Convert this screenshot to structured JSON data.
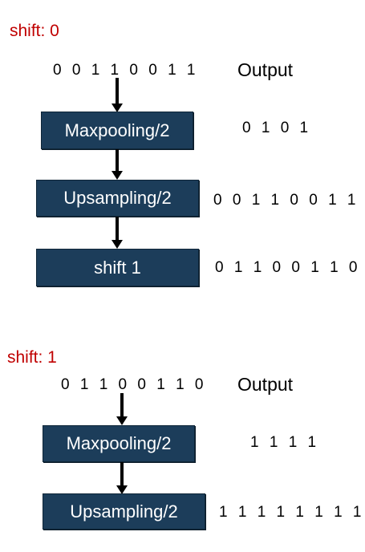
{
  "sections": [
    {
      "label": "shift: 0",
      "input_bits": "0 0 1 1 0 0 1 1",
      "output_title": "Output",
      "steps": [
        {
          "label": "Maxpooling/2",
          "output": "0 1 0 1"
        },
        {
          "label": "Upsampling/2",
          "output": "0 0 1 1 0 0 1 1"
        },
        {
          "label": "shift 1",
          "output": "0 1 1 0 0 1 1 0"
        }
      ]
    },
    {
      "label": "shift: 1",
      "input_bits": "0 1 1 0 0 1 1 0",
      "output_title": "Output",
      "steps": [
        {
          "label": "Maxpooling/2",
          "output": "1 1 1 1"
        },
        {
          "label": "Upsampling/2",
          "output": "1 1 1 1 1 1 1 1"
        }
      ]
    }
  ],
  "colors": {
    "box_fill": "#1c3d5a",
    "box_text": "#ffffff",
    "section_label": "#c00000",
    "arrow": "#000000"
  }
}
